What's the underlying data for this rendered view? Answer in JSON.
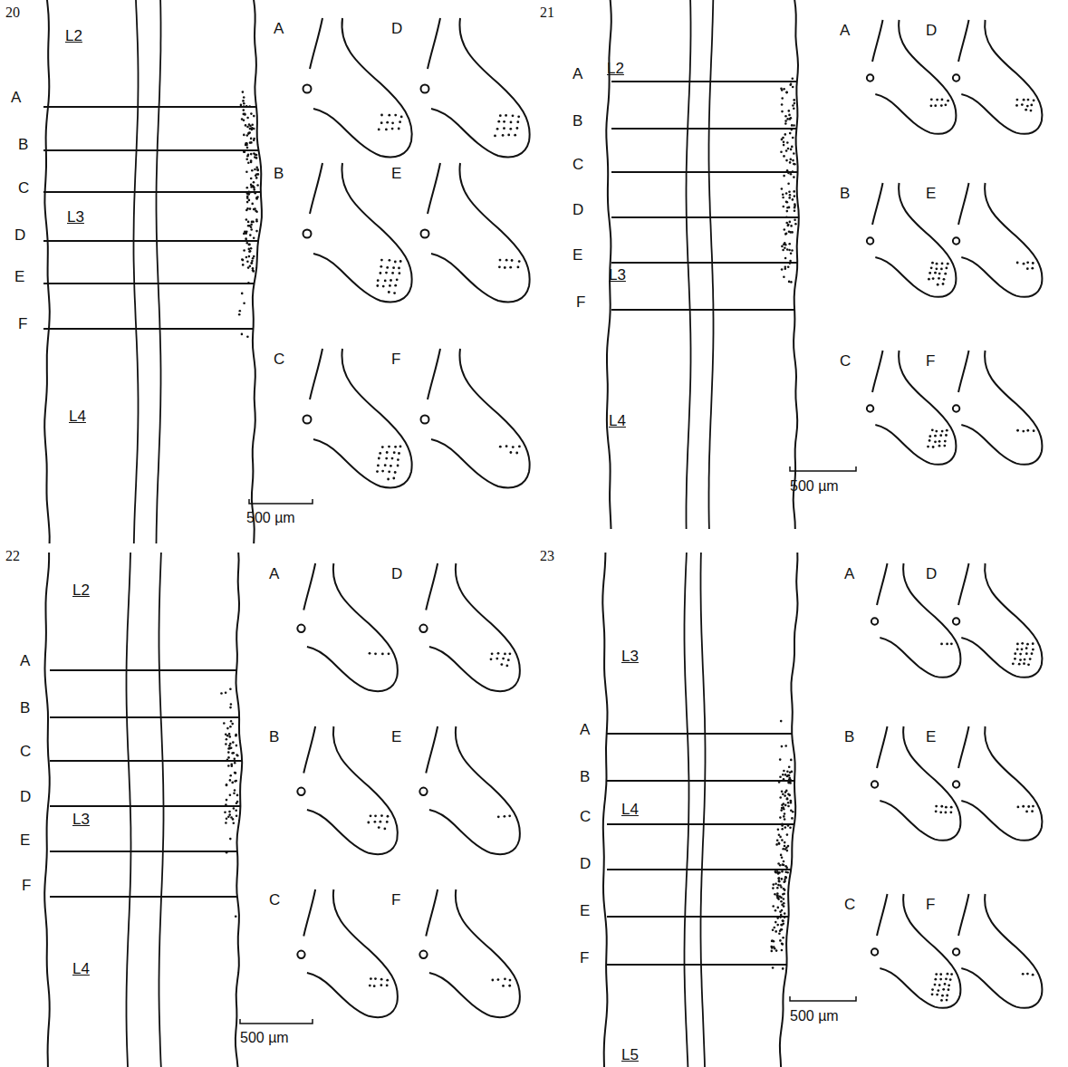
{
  "diagram": {
    "labels": [
      "20",
      "L2",
      "A",
      "B",
      "C",
      "L3",
      "D",
      "E",
      "F",
      "L4",
      "A",
      "D",
      "B",
      "E",
      "C",
      "F",
      "500 µm",
      "21",
      "L2",
      "A",
      "B",
      "C",
      "D",
      "E",
      "L3",
      "F",
      "L4",
      "A",
      "D",
      "B",
      "E",
      "C",
      "F",
      "500 µm",
      "22",
      "L2",
      "A",
      "B",
      "C",
      "D",
      "L3",
      "E",
      "F",
      "L4",
      "A",
      "D",
      "B",
      "E",
      "C",
      "F",
      "500 µm",
      "23",
      "L3",
      "A",
      "B",
      "C",
      "L4",
      "D",
      "E",
      "F",
      "L5",
      "A",
      "D",
      "B",
      "E",
      "C",
      "F",
      "500 µm"
    ]
  }
}
